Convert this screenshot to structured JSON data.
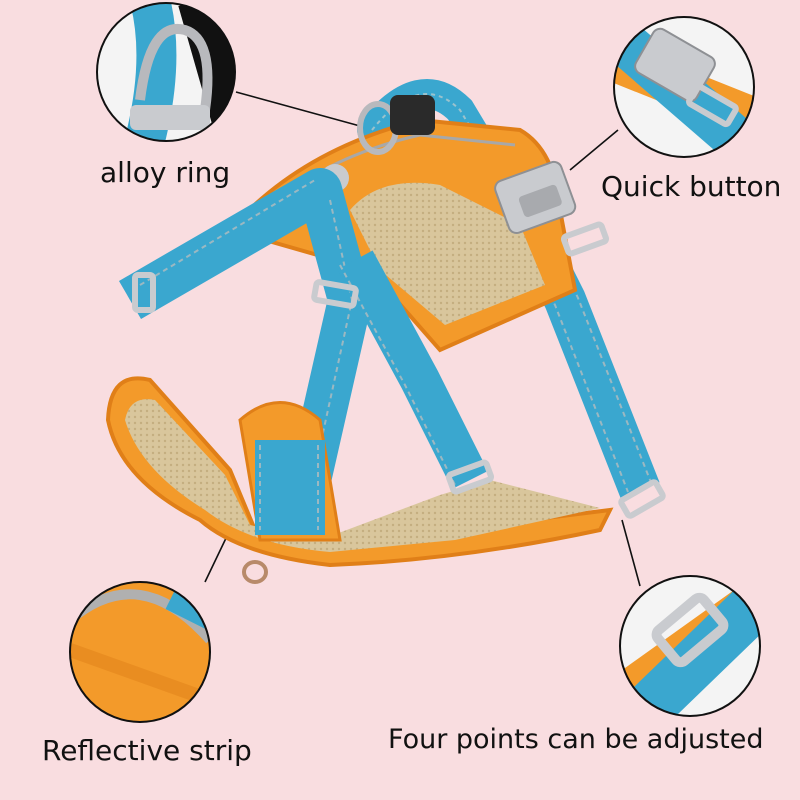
{
  "labels": {
    "alloy_ring": "alloy ring",
    "quick_button": "Quick button",
    "reflective_strip": "Reflective strip",
    "four_points": "Four points can be adjusted"
  },
  "colors": {
    "background": "#f9dde0",
    "strap_blue": "#3aa7cf",
    "padding_orange": "#f39a2a",
    "mesh_beige": "#d8c49a",
    "buckle_grey": "#c9cbcf",
    "ring_silver": "#b8b9bd"
  }
}
